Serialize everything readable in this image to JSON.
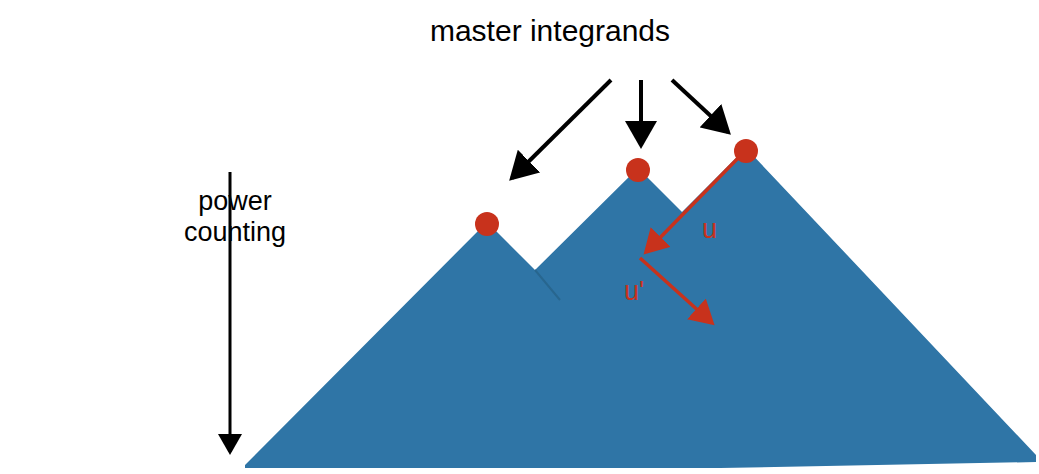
{
  "diagram": {
    "labels": [
      "master integrands",
      "power counting",
      "u",
      "u'"
    ]
  }
}
